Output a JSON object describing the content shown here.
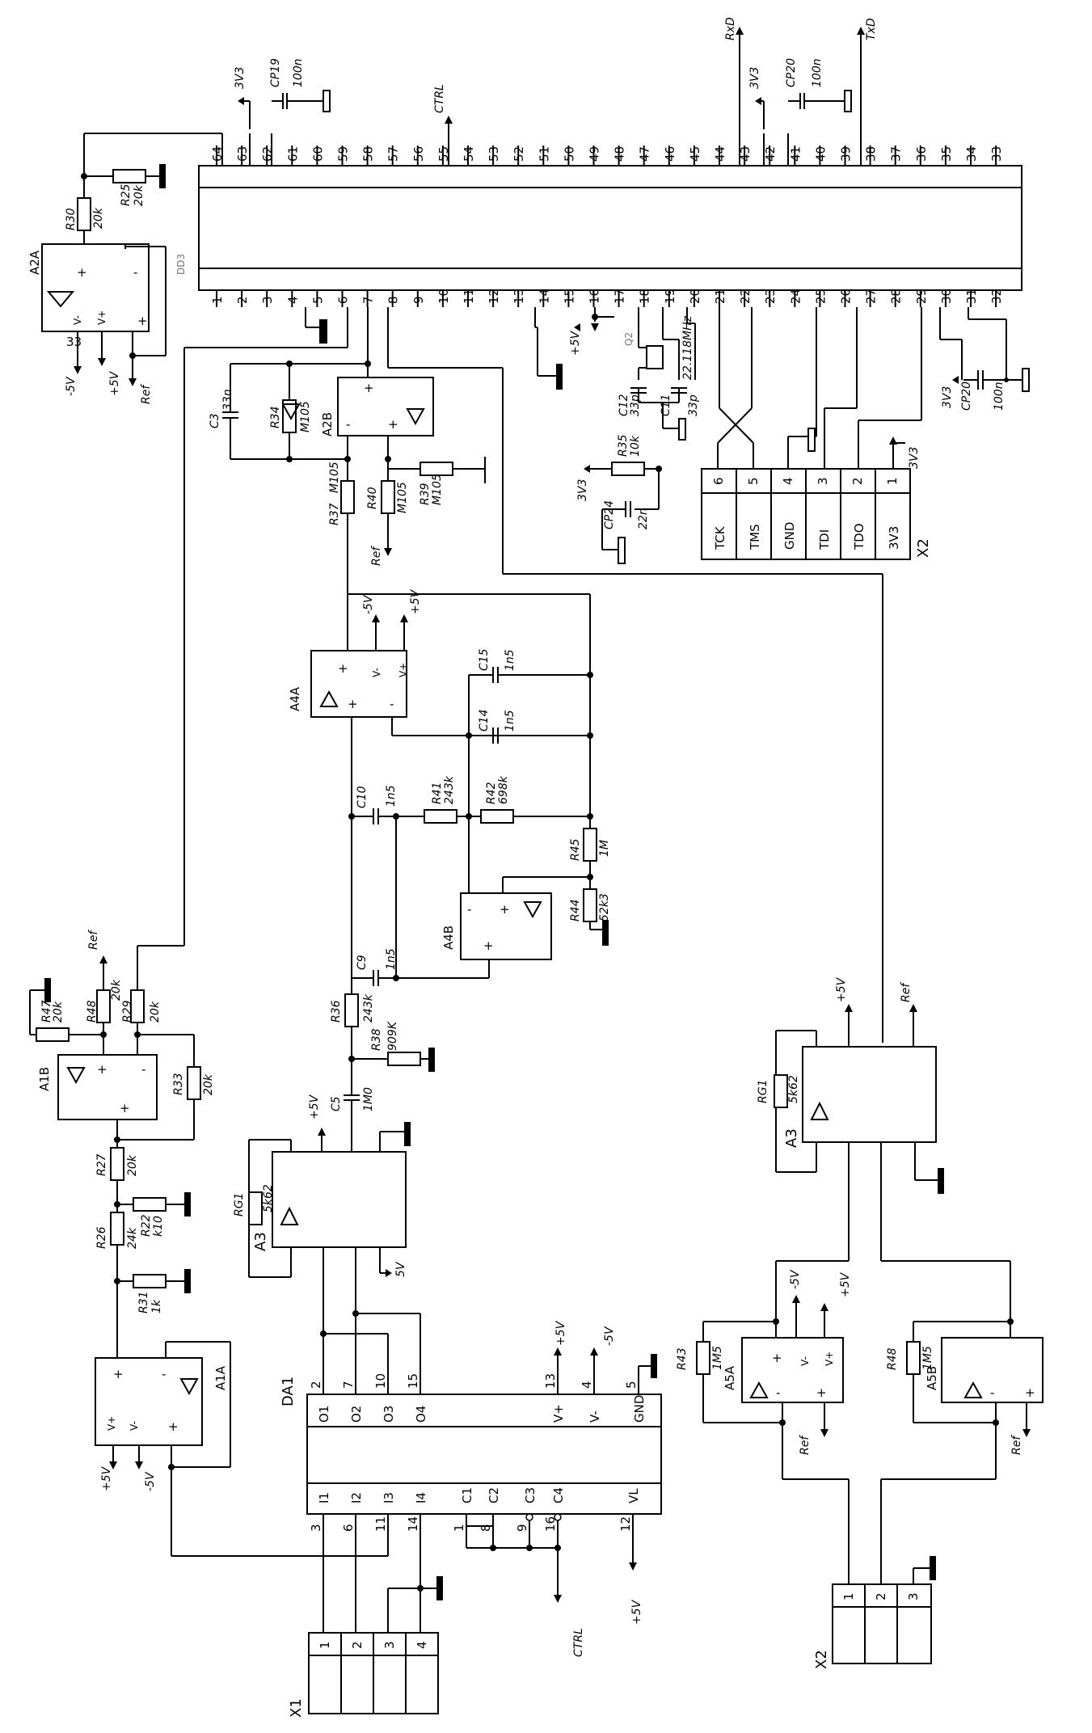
{
  "dd3": {
    "name": "DD3",
    "top_pins": [
      "64",
      "63",
      "62",
      "61",
      "60",
      "59",
      "58",
      "57",
      "56",
      "55",
      "54",
      "53",
      "52",
      "51",
      "50",
      "49",
      "48",
      "47",
      "46",
      "45",
      "44",
      "43",
      "42",
      "41",
      "40",
      "39",
      "38",
      "37",
      "36",
      "35",
      "34",
      "33"
    ],
    "bottom_pins": [
      "1",
      "2",
      "3",
      "4",
      "5",
      "6",
      "7",
      "8",
      "9",
      "10",
      "11",
      "12",
      "13",
      "14",
      "15",
      "16",
      "17",
      "18",
      "19",
      "20",
      "21",
      "22",
      "23",
      "24",
      "25",
      "26",
      "27",
      "28",
      "29",
      "30",
      "31",
      "32"
    ]
  },
  "signals": {
    "rxd": "RxD",
    "txd": "TxD",
    "ctrl": "CTRL",
    "ref": "Ref",
    "p5v": "+5V",
    "m5v": "-5V",
    "v3v3": "3V3",
    "m5": "5V"
  },
  "components": {
    "cp19": {
      "name": "CP19",
      "value": "100n"
    },
    "cp20a": {
      "name": "CP20",
      "value": "100n"
    },
    "cp20b": {
      "name": "CP20",
      "value": "100n"
    },
    "r25": {
      "name": "R25",
      "value": "20k"
    },
    "r30": {
      "name": "R30",
      "value": "20k"
    },
    "c3": {
      "name": "C3",
      "value": "33n"
    },
    "r34": {
      "name": "R34",
      "value": "M105"
    },
    "r37": {
      "name": "R37",
      "value": "M105"
    },
    "r40": {
      "name": "R40",
      "value": "M105"
    },
    "r39": {
      "name": "R39",
      "value": "M105"
    },
    "c12": {
      "name": "C12",
      "value": "33p"
    },
    "c11": {
      "name": "C11",
      "value": "33p"
    },
    "q2": {
      "name": "Q2",
      "value": "22.118MHz"
    },
    "r35": {
      "name": "R35",
      "value": "10k"
    },
    "cp24": {
      "name": "CP24",
      "value": "22n"
    },
    "c15": {
      "name": "C15",
      "value": "1n5"
    },
    "c14": {
      "name": "C14",
      "value": "1n5"
    },
    "c10": {
      "name": "C10",
      "value": "1n5"
    },
    "r41": {
      "name": "R41",
      "value": "243k"
    },
    "r42": {
      "name": "R42",
      "value": "698k"
    },
    "r45": {
      "name": "R45",
      "value": "1M"
    },
    "r44": {
      "name": "R44",
      "value": "52k3"
    },
    "c9": {
      "name": "C9",
      "value": "1n5"
    },
    "r36": {
      "name": "R36",
      "value": "243k"
    },
    "r38": {
      "name": "R38",
      "value": "909K"
    },
    "c5": {
      "name": "C5",
      "value": "1M0"
    },
    "r47": {
      "name": "R47",
      "value": "20k"
    },
    "r48a": {
      "name": "R48",
      "value": "20k"
    },
    "r29": {
      "name": "R29",
      "value": "20k"
    },
    "r33": {
      "name": "R33",
      "value": "20k"
    },
    "r27": {
      "name": "R27",
      "value": "20k"
    },
    "r22": {
      "name": "R22",
      "value": "k10"
    },
    "r26": {
      "name": "R26",
      "value": "24k"
    },
    "r31": {
      "name": "R31",
      "value": "1k"
    },
    "rg1a": {
      "name": "RG1",
      "value": "5k62"
    },
    "rg1b": {
      "name": "RG1",
      "value": "5k62"
    },
    "r43": {
      "name": "R43",
      "value": "1M5"
    },
    "r48b": {
      "name": "R48",
      "value": "1M5"
    }
  },
  "opamps": {
    "a2a": "A2A",
    "a2b": "A2B",
    "a4a": "A4A",
    "a4b": "A4B",
    "a1b": "A1B",
    "a1a": "A1A",
    "a5a": "A5A",
    "a5b": "A5B",
    "a3a": "A3",
    "a3b": "A3"
  },
  "opamp_pins": {
    "vminus": "V-",
    "vplus": "V+",
    "plus": "+",
    "minus": "-"
  },
  "x2_jtag": {
    "name": "X2",
    "pins": [
      "6",
      "5",
      "4",
      "3",
      "2",
      "1"
    ],
    "labels": [
      "TCK",
      "TMS",
      "GND",
      "TDI",
      "TDO",
      "3V3"
    ]
  },
  "da1": {
    "name": "DA1",
    "top": [
      "O1",
      "O2",
      "O3",
      "O4",
      "V+",
      "V-",
      "GND"
    ],
    "top_pins": [
      "2",
      "7",
      "10",
      "15",
      "13",
      "4",
      "5"
    ],
    "bottom": [
      "I1",
      "I2",
      "I3",
      "I4",
      "C1",
      "C2",
      "C3",
      "C4",
      "VL"
    ],
    "bottom_pins": [
      "3",
      "6",
      "11",
      "14",
      "1",
      "8",
      "9",
      "16",
      "12"
    ]
  },
  "x1": {
    "name": "X1",
    "pins": [
      "1",
      "2",
      "3",
      "4"
    ]
  },
  "x2_in": {
    "name": "X2",
    "pins": [
      "1",
      "2",
      "3"
    ]
  }
}
